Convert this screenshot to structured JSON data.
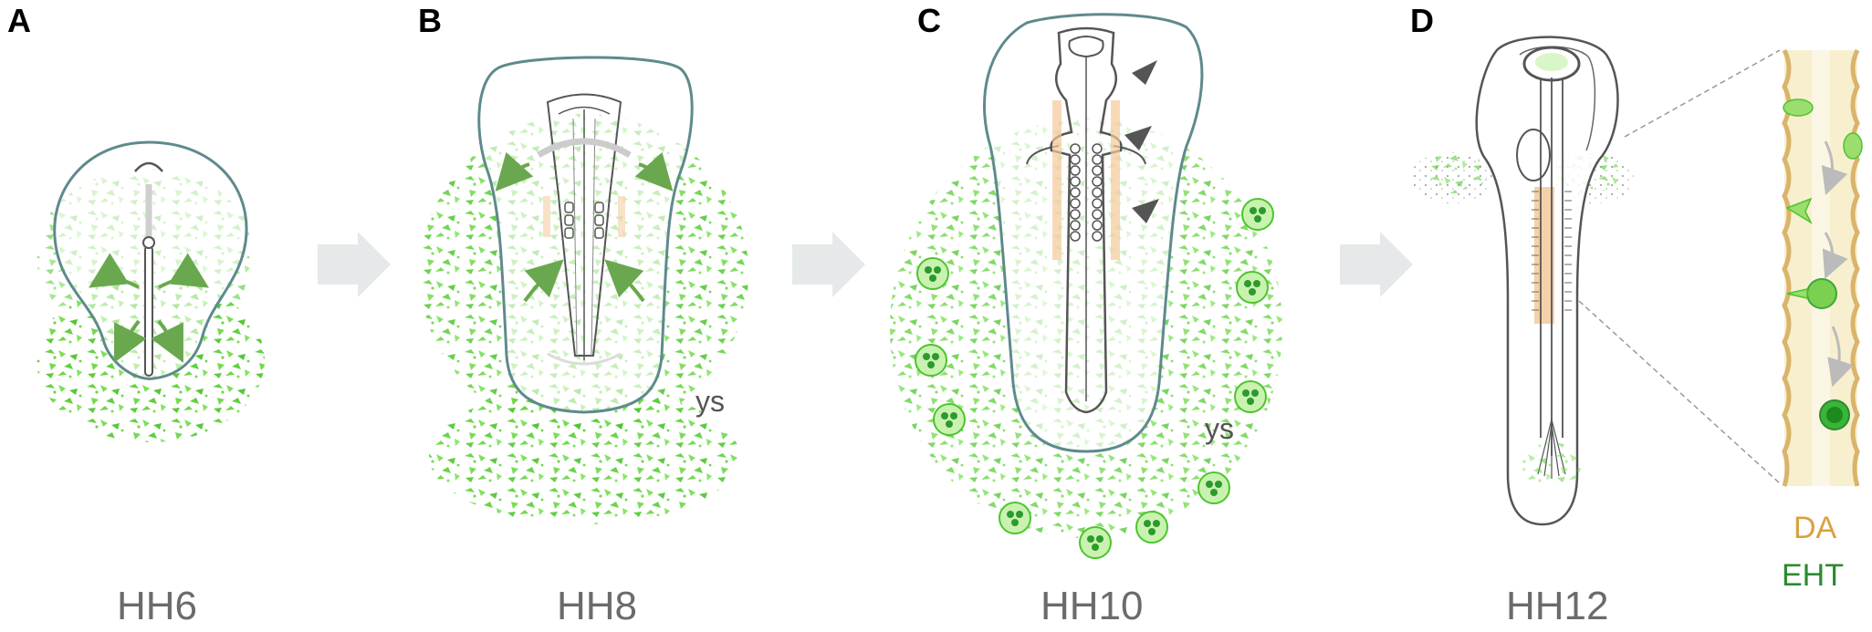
{
  "panels": [
    {
      "letter": "A",
      "stage": "HH6"
    },
    {
      "letter": "B",
      "stage": "HH8"
    },
    {
      "letter": "C",
      "stage": "HH10"
    },
    {
      "letter": "D",
      "stage": "HH12"
    }
  ],
  "annotations": {
    "ys_b": "ys",
    "ys_c": "ys"
  },
  "legend": {
    "da": {
      "label": "DA",
      "color": "#d9a141"
    },
    "eht": {
      "label": "EHT",
      "color": "#2d8a2d"
    }
  },
  "colors": {
    "outline": "#5f8a8c",
    "green": "#5bd137",
    "arrow_green": "#6aa84f",
    "embryo": "#555555",
    "transition_arrow": "#e6e9ea"
  }
}
